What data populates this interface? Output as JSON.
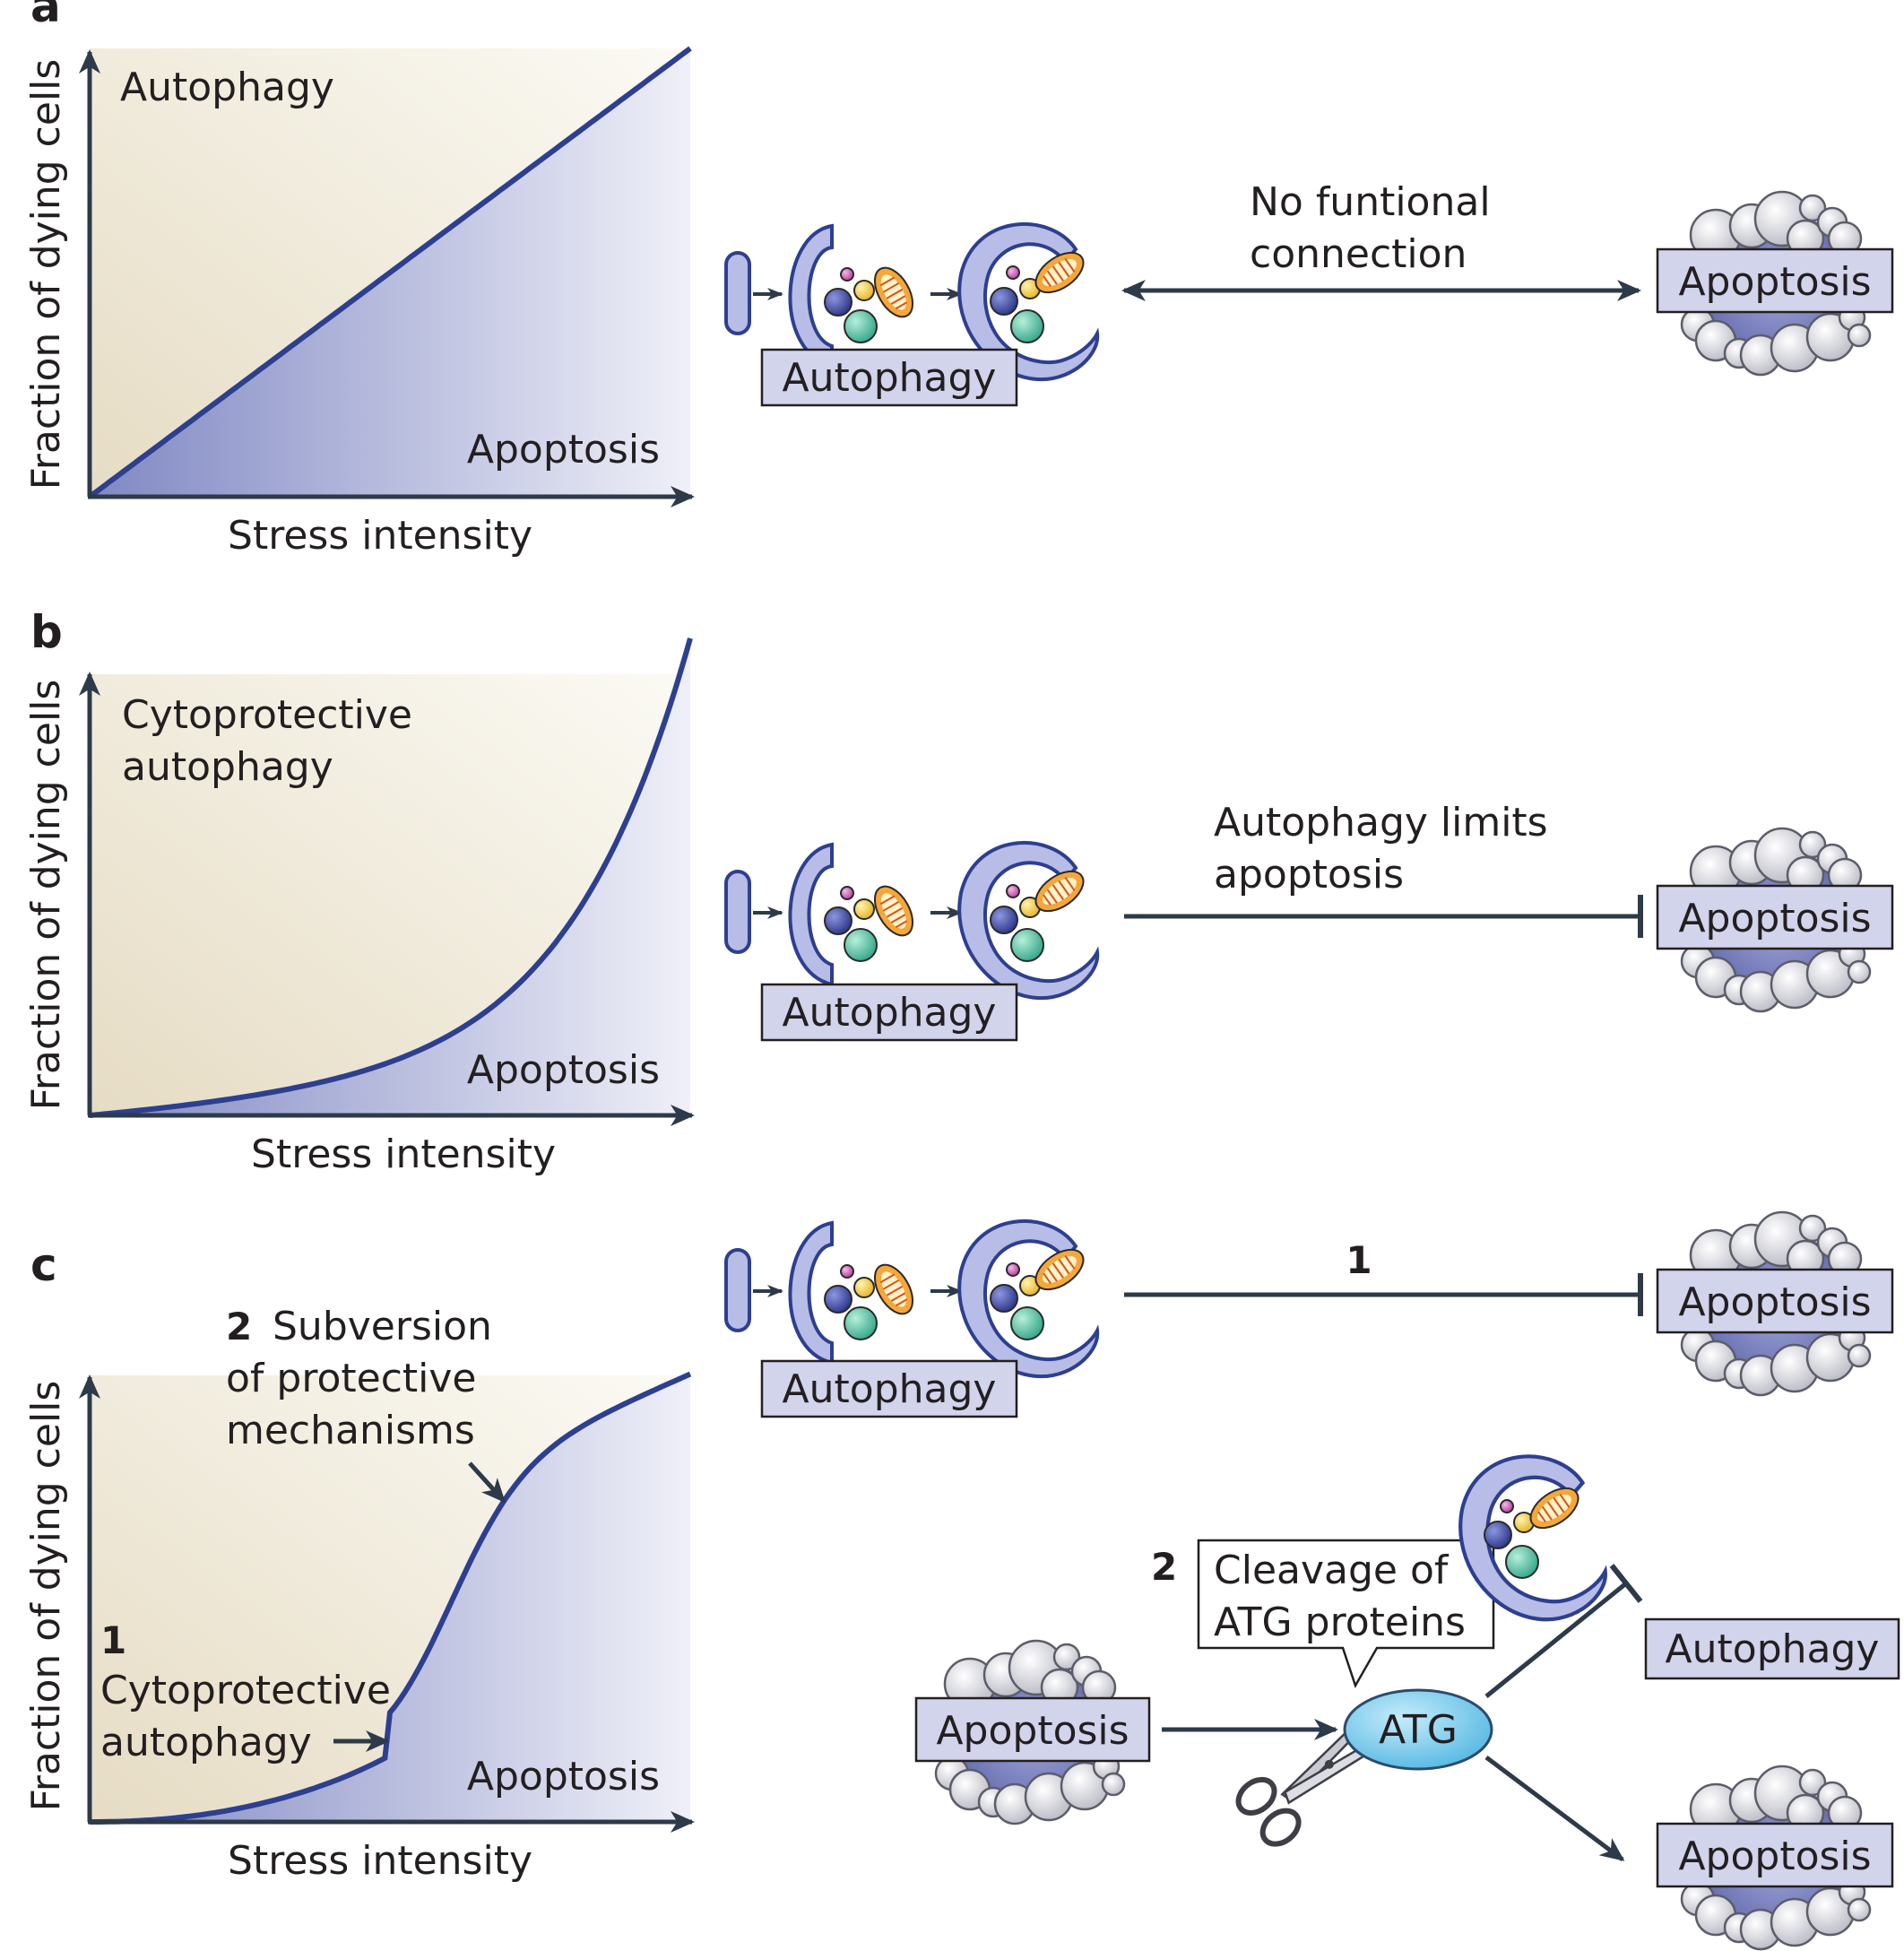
{
  "panels": [
    {
      "letter": "a",
      "chart": {
        "y_axis_label": "Fraction of dying cells",
        "x_axis_label": "Stress intensity",
        "upper_region_label": [
          "Autophagy"
        ],
        "lower_region_label": "Apoptosis"
      },
      "relation": {
        "autophagy_box": "Autophagy",
        "apoptosis_box": "Apoptosis",
        "connector_label": [
          "No funtional",
          "connection"
        ],
        "connector_type": "double-arrow"
      }
    },
    {
      "letter": "b",
      "chart": {
        "y_axis_label": "Fraction of dying cells",
        "x_axis_label": "Stress intensity",
        "upper_region_label": [
          "Cytoprotective",
          "autophagy"
        ],
        "lower_region_label": "Apoptosis"
      },
      "relation": {
        "autophagy_box": "Autophagy",
        "apoptosis_box": "Apoptosis",
        "connector_label": [
          "Autophagy limits",
          "apoptosis"
        ],
        "connector_type": "inhibition"
      }
    },
    {
      "letter": "c",
      "chart": {
        "y_axis_label": "Fraction of dying cells",
        "x_axis_label": "Stress intensity",
        "annotation_1_number": "1",
        "annotation_1_text": [
          "Cytoprotective",
          "autophagy"
        ],
        "annotation_2_number": "2",
        "annotation_2_text": [
          "Subversion",
          "of protective",
          "mechanisms"
        ],
        "lower_region_label": "Apoptosis"
      },
      "relation": {
        "autophagy_box": "Autophagy",
        "apoptosis_box": "Apoptosis",
        "connector_label": "1",
        "connector_type": "inhibition"
      },
      "cleavage": {
        "step_number": "2",
        "callout": [
          "Cleavage of",
          "ATG proteins"
        ],
        "source_box": "Apoptosis",
        "atg_label": "ATG",
        "target_autophagy_box": "Autophagy",
        "target_apoptosis_box": "Apoptosis"
      }
    }
  ],
  "colors": {
    "ink": "#231f20",
    "curve": "#2d3f8f",
    "apoptosis_fill": "#8a91c8",
    "autophagy_fill": "#efeadb",
    "box_fill": "#d2d4ec",
    "atg_fill": "#8fd3ef"
  },
  "icons": [
    "phagophore-icon",
    "autophagosome-icon",
    "apoptotic-cell-icon",
    "scissors-icon",
    "mitochondrion-icon"
  ]
}
